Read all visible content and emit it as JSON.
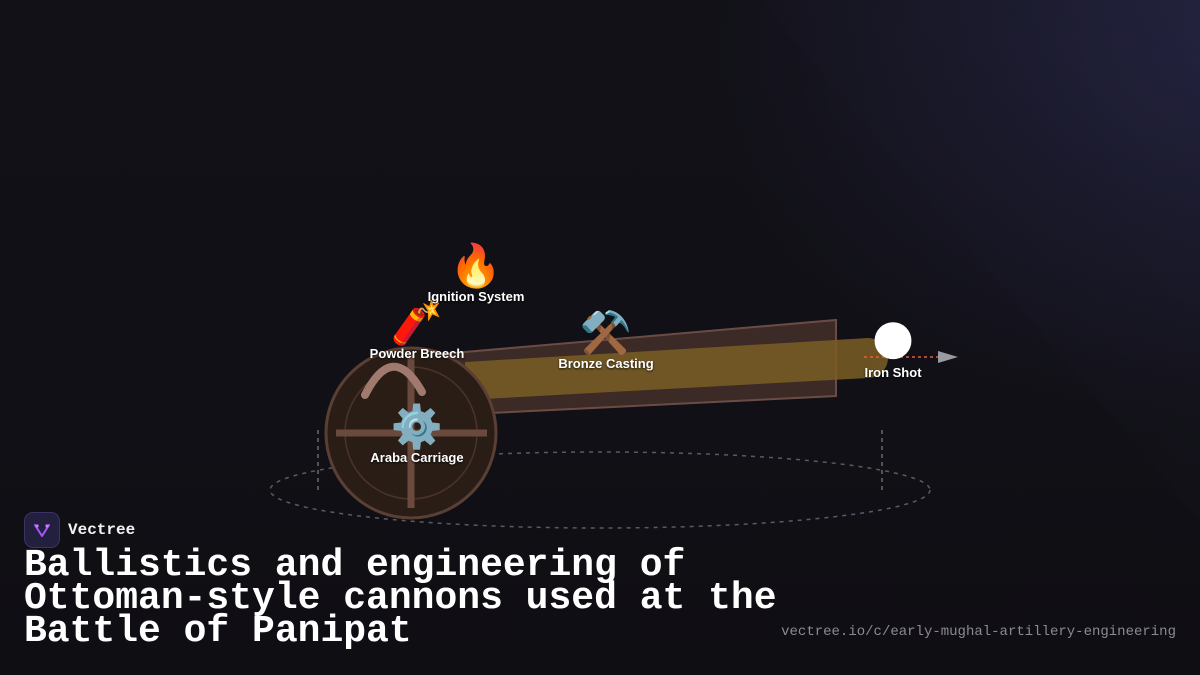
{
  "brand": {
    "name": "Vectree",
    "logo_icon": "vectree-logo-icon"
  },
  "headline": "Ballistics and engineering of Ottoman-style cannons used at the Battle of Panipat",
  "url": "vectree.io/c/early-mughal-artillery-engineering",
  "parts": {
    "ignition": {
      "emoji": "🔥",
      "label": "Ignition System",
      "icon": "fire-icon"
    },
    "breech": {
      "emoji": "🧨",
      "label": "Powder Breech",
      "icon": "firecracker-icon"
    },
    "casting": {
      "emoji": "⚒️",
      "label": "Bronze Casting",
      "icon": "hammer-and-pick-icon"
    },
    "shot": {
      "emoji": "🌑",
      "label": "Iron Shot",
      "icon": "iron-ball-icon"
    },
    "carriage": {
      "emoji": "⚙️",
      "label": "Araba Carriage",
      "icon": "gear-icon"
    }
  },
  "colors": {
    "background": "#111016",
    "barrel": "#3b2a26",
    "barrel_outline": "#6b4c44",
    "barrel_glow": "#7a5e24",
    "wheel": "#2a1d16",
    "wheel_spokes": "#6b4a3e",
    "trajectory": "#e0613a",
    "brand_purple": "#a855f7"
  }
}
